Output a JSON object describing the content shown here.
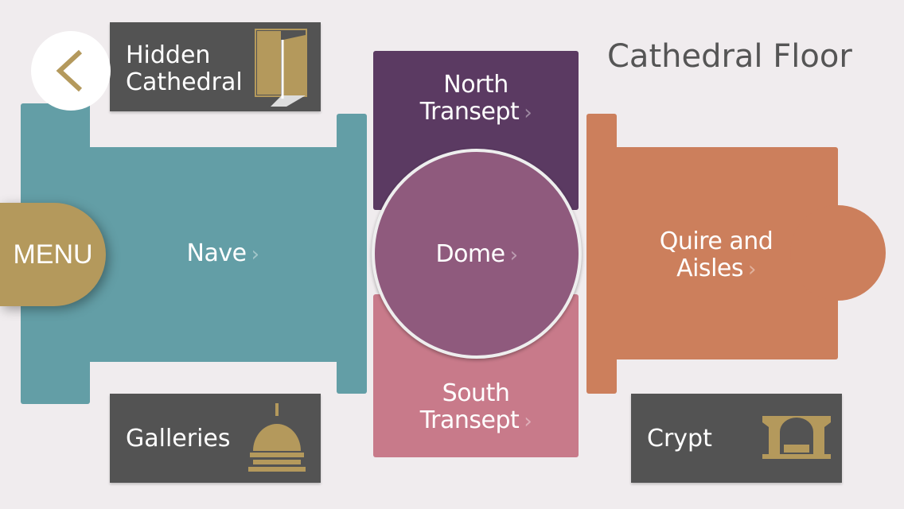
{
  "title": "Cathedral Floor",
  "back_icon": "chevron-left-icon",
  "menu": {
    "label": "MENU"
  },
  "sections": {
    "nave": "Nave",
    "north": [
      "North",
      "Transept"
    ],
    "dome": "Dome",
    "south": [
      "South",
      "Transept"
    ],
    "quire": [
      "Quire and",
      "Aisles"
    ]
  },
  "chevron": "›",
  "cards": {
    "hidden": [
      "Hidden",
      "Cathedral"
    ],
    "galleries": "Galleries",
    "crypt": "Crypt"
  },
  "colors": {
    "nave": "#639ea6",
    "north": "#5b3a62",
    "dome": "#8f5a7d",
    "south": "#c87a8a",
    "quire": "#cc7f5c",
    "gold": "#b4995c",
    "card": "#535353"
  }
}
